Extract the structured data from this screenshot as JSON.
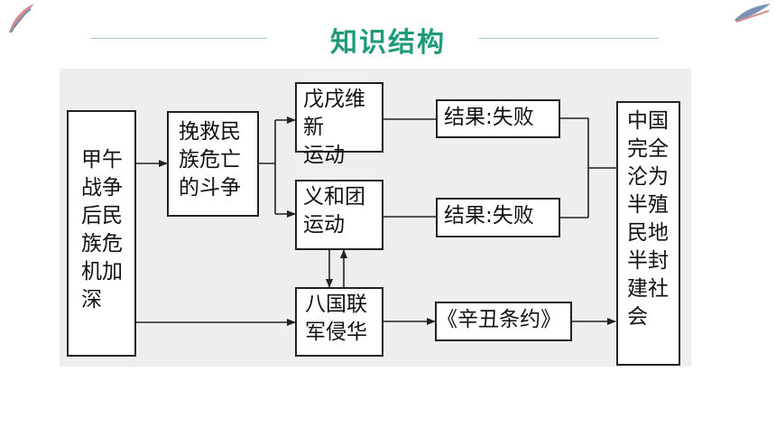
{
  "header": {
    "title": "知识结构"
  },
  "nodes": {
    "cause": "甲午\n战争\n后民\n族危\n机加\n深",
    "struggle": "挽救民\n族危亡\n的斗争",
    "reform": "戊戌维新\n运动",
    "boxer": "义和团\n运动",
    "result_reform": "结果:失败",
    "result_boxer": "结果:失败",
    "invasion": "八国联\n军侵华",
    "treaty": "《辛丑条约》",
    "outcome": "中国\n完全\n沦为\n半殖\n民地\n半封\n建社\n会"
  }
}
